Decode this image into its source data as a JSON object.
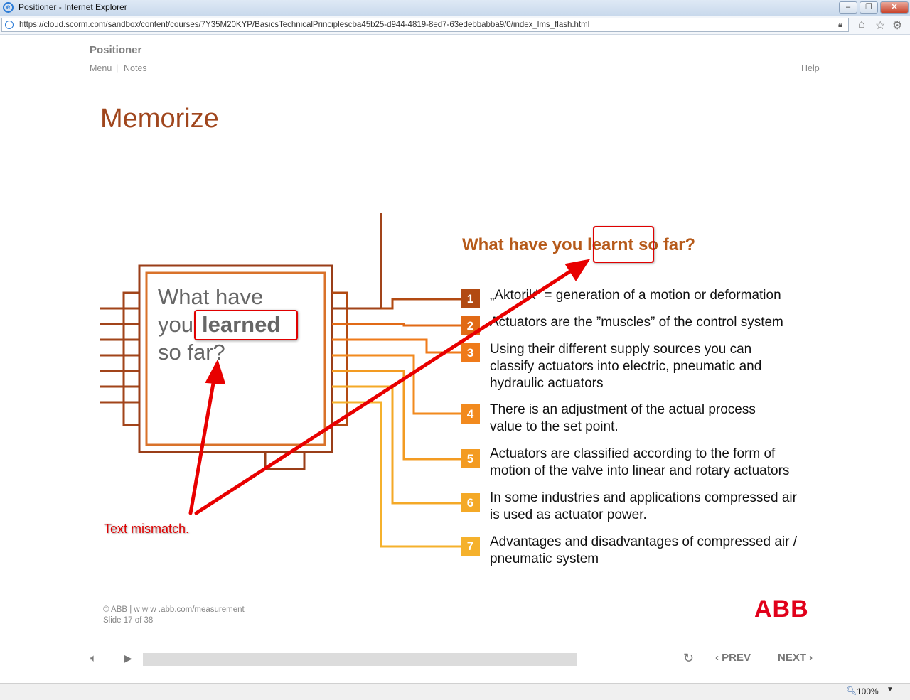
{
  "window": {
    "title": "Positioner - Internet Explorer"
  },
  "address_bar": {
    "url": "https://cloud.scorm.com/sandbox/content/courses/7Y35M20KYP/BasicsTechnicalPrinciplescba45b25-d944-4819-8ed7-63edebbabba9/0/index_lms_flash.html"
  },
  "course": {
    "title": "Positioner",
    "menu": "Menu",
    "separator": "|",
    "notes": "Notes",
    "help": "Help"
  },
  "slide": {
    "title": "Memorize",
    "chip_text": {
      "line1": "What have",
      "line2_prefix": "you",
      "line2_word": "learned",
      "line3": "so far?"
    },
    "question": {
      "prefix": "What have you",
      "word": "learnt",
      "suffix": "so far?"
    },
    "items": [
      {
        "num": "1",
        "text": "„Aktorik\" = generation of a motion or deformation",
        "color": "#b24a12"
      },
      {
        "num": "2",
        "text": "Actuators are the ”muscles” of the control system",
        "color": "#e16a16"
      },
      {
        "num": "3",
        "text": "Using their different supply sources you can classify actuators into electric, pneumatic and hydraulic actuators",
        "color": "#ef7a1a"
      },
      {
        "num": "4",
        "text": "There is an adjustment of the actual process value to the set point.",
        "color": "#f28a1e"
      },
      {
        "num": "5",
        "text": "Actuators are classified according to the form of motion of the valve into linear and rotary actuators",
        "color": "#f39b22"
      },
      {
        "num": "6",
        "text": "In some industries and applications compressed air is used as actuator power.",
        "color": "#f4a927"
      },
      {
        "num": "7",
        "text": "Advantages and disadvantages of compressed air / pneumatic system",
        "color": "#f5b12c"
      }
    ],
    "annotation": "Text mismatch.",
    "footer": {
      "copyright": "© ABB | w w w .abb.com/measurement",
      "slide_counter": "Slide 17 of 38"
    },
    "logo": "ABB"
  },
  "player": {
    "prev": "PREV",
    "next": "NEXT"
  },
  "status_bar": {
    "zoom": "100%"
  }
}
